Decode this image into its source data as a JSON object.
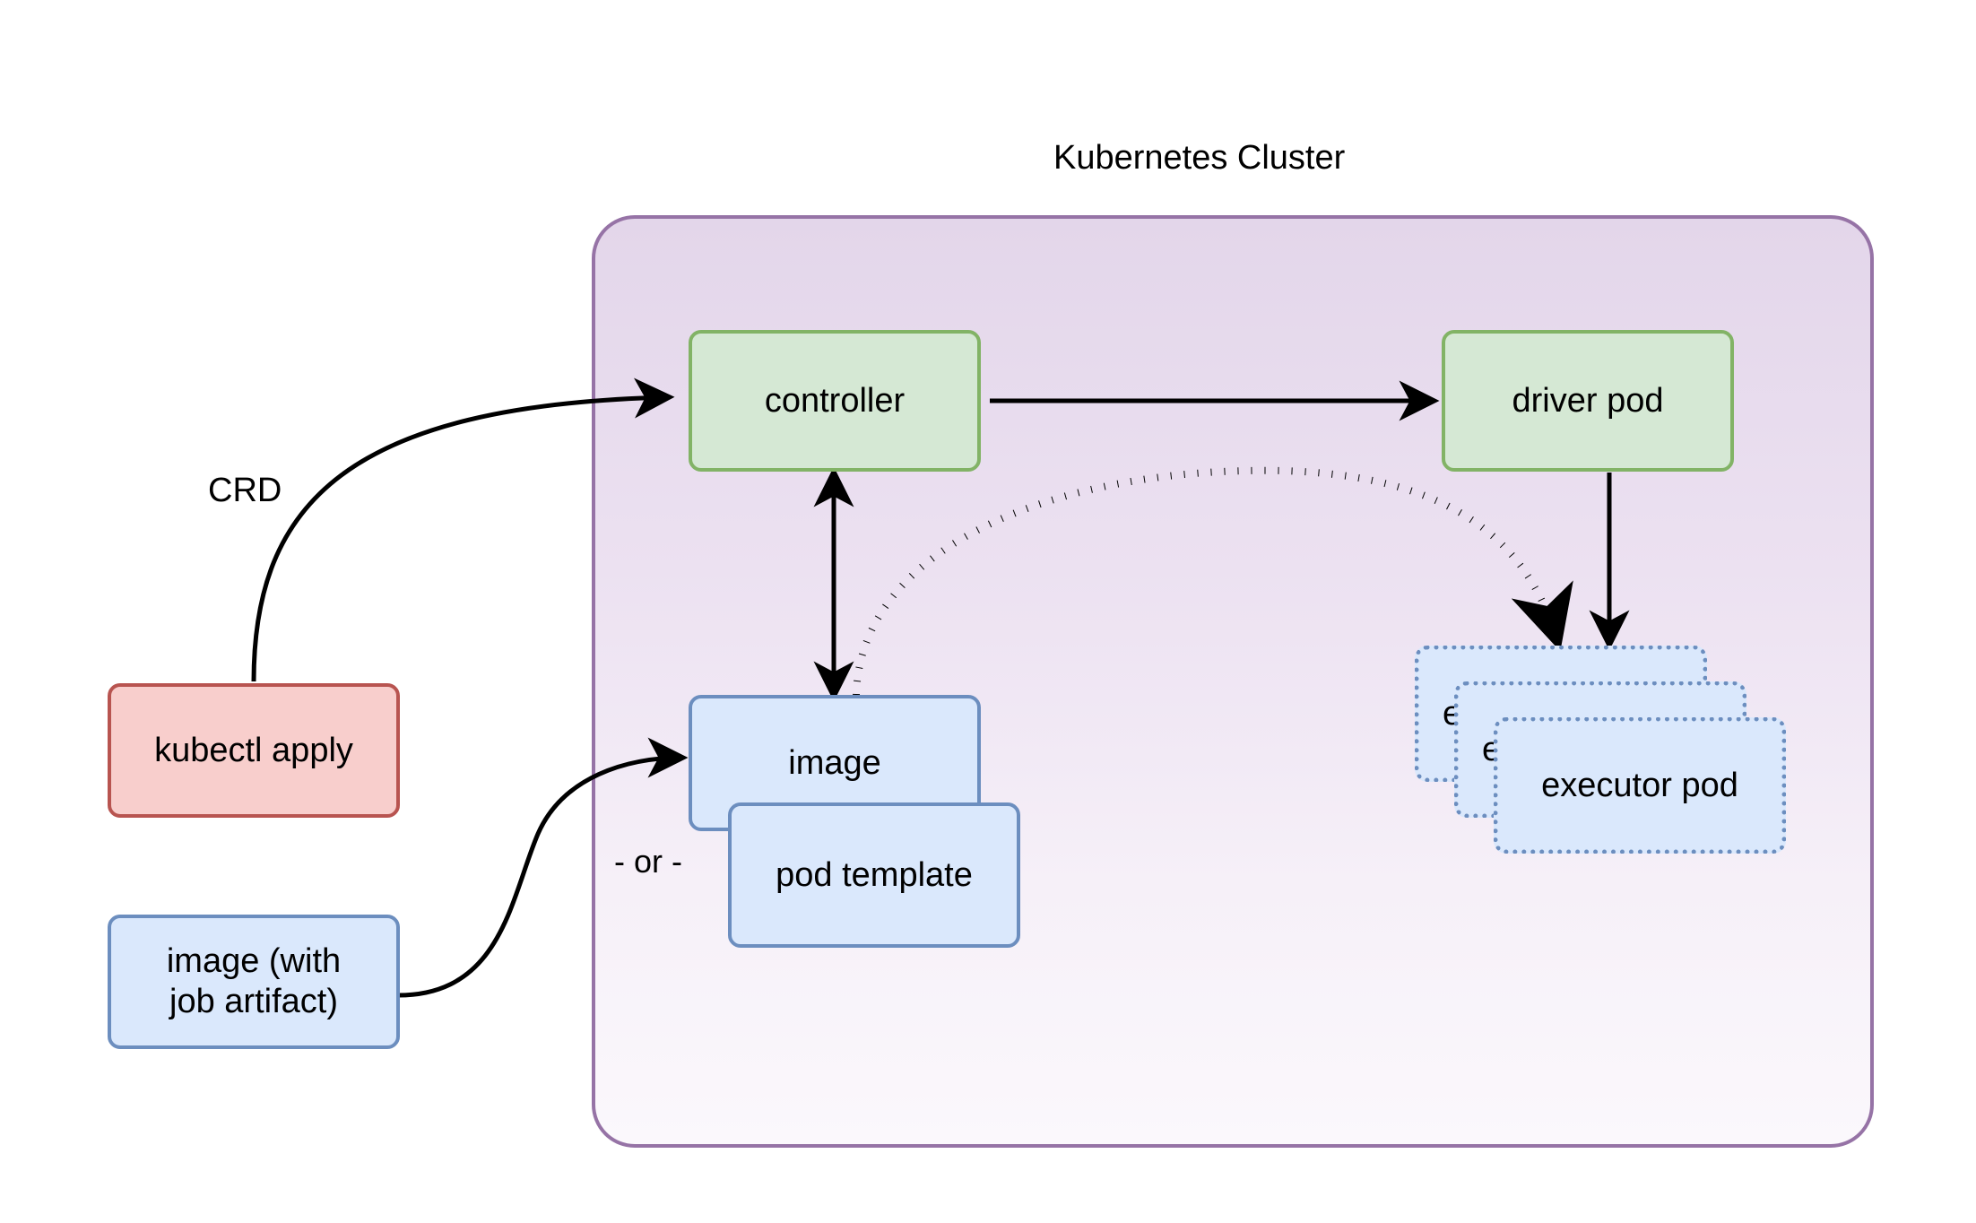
{
  "diagram": {
    "title": "Kubernetes Cluster",
    "type": "architecture-flow"
  },
  "cluster": {
    "title": "Kubernetes Cluster",
    "border_color": "#9673a6",
    "fill_gradient_top": "#e3d6ea",
    "fill_gradient_bottom": "#fbf8fc"
  },
  "nodes": {
    "kubectl_apply": {
      "label": "kubectl apply",
      "fill": "#f8cecc",
      "stroke": "#b85450"
    },
    "image_with_artifact": {
      "label": "image (with\njob artifact)",
      "line1": "image (with",
      "line2": "job artifact)",
      "fill": "#dae8fc",
      "stroke": "#6c8ebf"
    },
    "controller": {
      "label": "controller",
      "fill": "#d5e8d4",
      "stroke": "#82b366"
    },
    "driver_pod": {
      "label": "driver pod",
      "fill": "#d5e8d4",
      "stroke": "#82b366"
    },
    "image": {
      "label": "image",
      "fill": "#dae8fc",
      "stroke": "#6c8ebf"
    },
    "pod_template": {
      "label": "pod template",
      "fill": "#dae8fc",
      "stroke": "#6c8ebf"
    },
    "executor_pod_back": {
      "label": "executor pod",
      "visible_text": "e",
      "fill": "#dae8fc",
      "stroke": "#6c8ebf"
    },
    "executor_pod_mid": {
      "label": "executor pod",
      "visible_text": "e",
      "fill": "#dae8fc",
      "stroke": "#6c8ebf"
    },
    "executor_pod_front": {
      "label": "executor pod",
      "fill": "#dae8fc",
      "stroke": "#6c8ebf"
    }
  },
  "labels": {
    "crd": "CRD",
    "or": "- or -"
  },
  "edges": [
    {
      "name": "kubectl-apply-to-controller",
      "from": "kubectl apply",
      "to": "controller",
      "label": "CRD",
      "style": "solid-curved",
      "arrow": "end"
    },
    {
      "name": "image-artifact-to-image",
      "from": "image (with job artifact)",
      "to": "image",
      "style": "solid-curved",
      "arrow": "end"
    },
    {
      "name": "controller-to-driver-pod",
      "from": "controller",
      "to": "driver pod",
      "style": "solid-straight",
      "arrow": "end"
    },
    {
      "name": "controller-image-bidirectional",
      "from": "controller",
      "to": "image",
      "style": "solid-straight",
      "arrow": "both"
    },
    {
      "name": "image-to-executor-pods",
      "from": "image",
      "to": "executor pod",
      "style": "dotted-curved",
      "arrow": "end"
    },
    {
      "name": "driver-pod-to-executor-pods",
      "from": "driver pod",
      "to": "executor pod",
      "style": "solid-straight",
      "arrow": "end"
    }
  ],
  "colors": {
    "edge": "#000000",
    "background": "#ffffff"
  }
}
